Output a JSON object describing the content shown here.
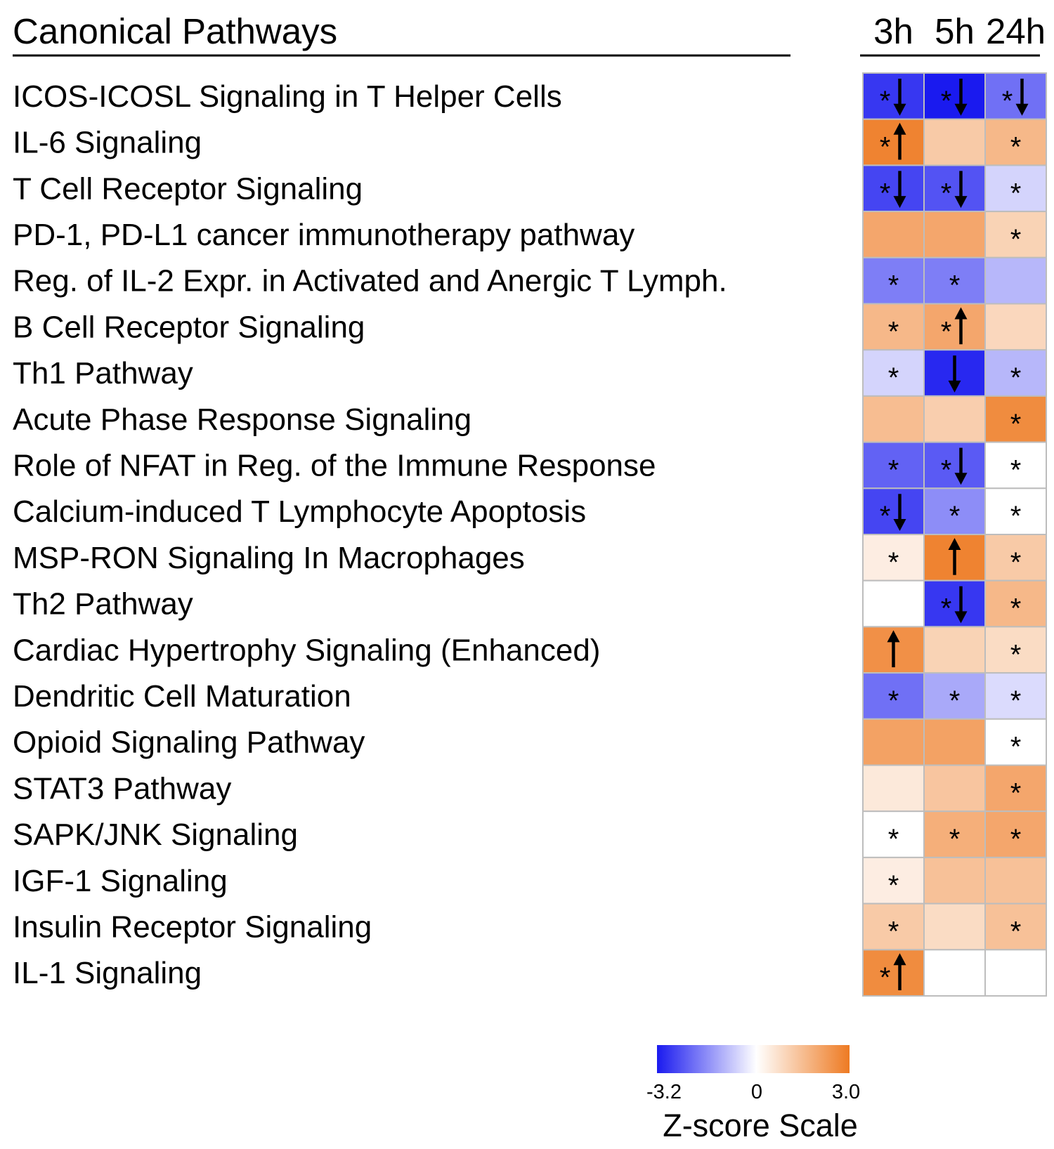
{
  "chart_data": {
    "type": "heatmap",
    "title": "Canonical Pathways",
    "columns": [
      "3h",
      "5h",
      "24h"
    ],
    "rows": [
      "ICOS-ICOSL Signaling in T Helper Cells",
      "IL-6 Signaling",
      "T Cell Receptor Signaling",
      "PD-1, PD-L1 cancer immunotherapy pathway",
      "Reg. of IL-2 Expr. in Activated and Anergic T Lymph.",
      "B Cell Receptor Signaling",
      "Th1 Pathway",
      "Acute Phase Response Signaling",
      "Role of NFAT in Reg. of the Immune Response",
      "Calcium-induced T Lymphocyte Apoptosis",
      "MSP-RON Signaling In Macrophages",
      "Th2 Pathway",
      "Cardiac Hypertrophy Signaling (Enhanced)",
      "Dendritic Cell Maturation",
      "Opioid Signaling Pathway",
      "STAT3 Pathway",
      "SAPK/JNK Signaling",
      "IGF-1 Signaling",
      "Insulin Receptor Signaling",
      "IL-1 Signaling"
    ],
    "values": [
      [
        -2.8,
        -3.2,
        -2.0
      ],
      [
        2.8,
        1.2,
        1.6
      ],
      [
        -2.6,
        -2.4,
        -0.6
      ],
      [
        2.0,
        2.0,
        1.0
      ],
      [
        -1.8,
        -1.8,
        -1.0
      ],
      [
        1.6,
        2.0,
        0.9
      ],
      [
        -0.6,
        -3.0,
        -1.0
      ],
      [
        1.5,
        1.1,
        2.6
      ],
      [
        -2.2,
        -2.3,
        0.0
      ],
      [
        -2.6,
        -1.6,
        0.0
      ],
      [
        0.4,
        2.8,
        1.2
      ],
      [
        0.0,
        -2.8,
        1.6
      ],
      [
        2.5,
        1.0,
        0.8
      ],
      [
        -2.0,
        -1.2,
        -0.5
      ],
      [
        2.1,
        2.1,
        0.0
      ],
      [
        0.5,
        1.3,
        2.0
      ],
      [
        0.0,
        1.8,
        2.0
      ],
      [
        0.4,
        1.4,
        1.4
      ],
      [
        1.2,
        0.8,
        1.4
      ],
      [
        2.6,
        0.0,
        0.0
      ]
    ],
    "significant": [
      [
        true,
        true,
        true
      ],
      [
        true,
        false,
        true
      ],
      [
        true,
        true,
        true
      ],
      [
        false,
        false,
        true
      ],
      [
        true,
        true,
        false
      ],
      [
        true,
        true,
        false
      ],
      [
        true,
        false,
        true
      ],
      [
        false,
        false,
        true
      ],
      [
        true,
        true,
        true
      ],
      [
        true,
        true,
        true
      ],
      [
        true,
        false,
        true
      ],
      [
        false,
        true,
        true
      ],
      [
        false,
        false,
        true
      ],
      [
        true,
        true,
        true
      ],
      [
        false,
        false,
        true
      ],
      [
        false,
        false,
        true
      ],
      [
        true,
        true,
        true
      ],
      [
        true,
        false,
        false
      ],
      [
        true,
        false,
        true
      ],
      [
        true,
        false,
        false
      ]
    ],
    "arrows": [
      [
        "down",
        "down",
        "down"
      ],
      [
        "up",
        "",
        ""
      ],
      [
        "down",
        "down",
        ""
      ],
      [
        "",
        "",
        ""
      ],
      [
        "",
        "",
        ""
      ],
      [
        "",
        "up",
        ""
      ],
      [
        "",
        "down",
        ""
      ],
      [
        "",
        "",
        ""
      ],
      [
        "",
        "down",
        ""
      ],
      [
        "down",
        "",
        ""
      ],
      [
        "",
        "up",
        ""
      ],
      [
        "",
        "down",
        ""
      ],
      [
        "up",
        "",
        ""
      ],
      [
        "",
        "",
        ""
      ],
      [
        "",
        "",
        ""
      ],
      [
        "",
        "",
        ""
      ],
      [
        "",
        "",
        ""
      ],
      [
        "",
        "",
        ""
      ],
      [
        "",
        "",
        ""
      ],
      [
        "up",
        "",
        ""
      ]
    ],
    "colorscale": {
      "min": -3.2,
      "max": 3.0,
      "min_color": "#1a1aef",
      "mid_color": "#ffffff",
      "max_color": "#ee7a22",
      "tick_labels": [
        "-3.2",
        "0",
        "3.0"
      ],
      "title": "Z-score Scale"
    },
    "star_symbol": "*"
  }
}
